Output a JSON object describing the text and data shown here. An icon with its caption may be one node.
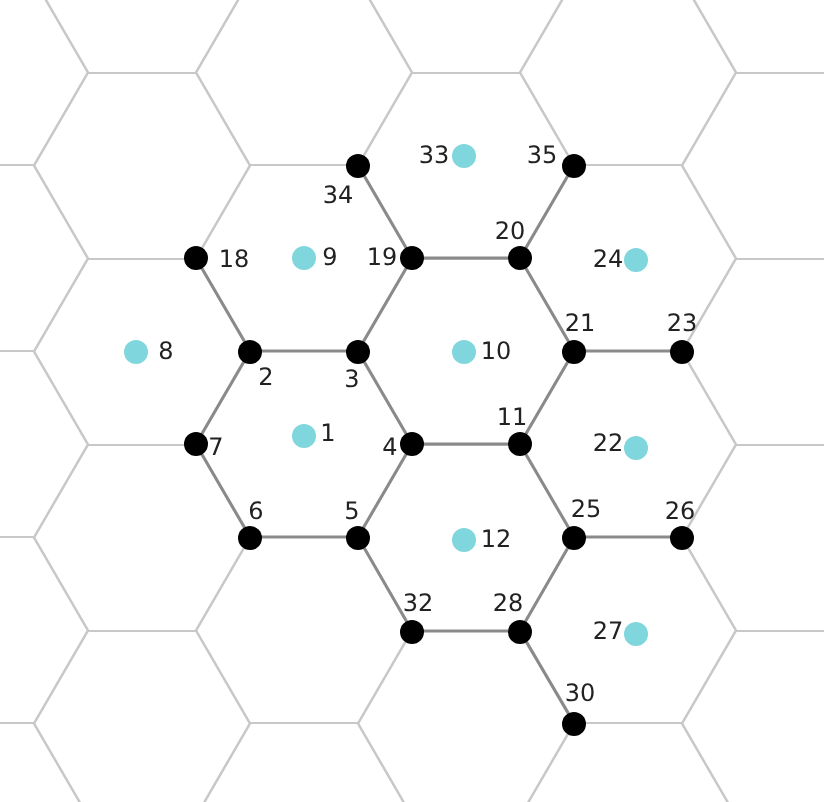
{
  "diagram": {
    "nodes": [
      {
        "text": [],
        "shape": "circle",
        "beside": [
          "33"
        ]
      },
      {
        "text": [],
        "shape": "circle",
        "beside": [
          "35"
        ]
      },
      {
        "text": [],
        "shape": "circle",
        "beside": [
          "34"
        ]
      },
      {
        "text": [],
        "shape": "circle",
        "beside": [
          "18"
        ]
      },
      {
        "text": [],
        "shape": "circle",
        "beside": [
          "9"
        ]
      },
      {
        "text": [],
        "shape": "circle",
        "beside": [
          "19"
        ]
      },
      {
        "text": [],
        "shape": "circle",
        "beside": [
          "20"
        ]
      },
      {
        "text": [],
        "shape": "circle",
        "beside": [
          "24"
        ]
      },
      {
        "text": [],
        "shape": "circle",
        "beside": [
          "8"
        ]
      },
      {
        "text": [],
        "shape": "circle",
        "beside": [
          "2"
        ]
      },
      {
        "text": [],
        "shape": "circle",
        "beside": [
          "3"
        ]
      },
      {
        "text": [],
        "shape": "circle",
        "beside": [
          "10"
        ]
      },
      {
        "text": [],
        "shape": "circle",
        "beside": [
          "21"
        ]
      },
      {
        "text": [],
        "shape": "circle",
        "beside": [
          "23"
        ]
      },
      {
        "text": [],
        "shape": "circle",
        "beside": [
          "1"
        ]
      },
      {
        "text": [],
        "shape": "circle",
        "beside": [
          "7"
        ]
      },
      {
        "text": [],
        "shape": "circle",
        "beside": [
          "4"
        ]
      },
      {
        "text": [],
        "shape": "circle",
        "beside": [
          "11"
        ]
      },
      {
        "text": [],
        "shape": "circle",
        "beside": [
          "22"
        ]
      },
      {
        "text": [],
        "shape": "circle",
        "beside": [
          "6"
        ]
      },
      {
        "text": [],
        "shape": "circle",
        "beside": [
          "5"
        ]
      },
      {
        "text": [],
        "shape": "circle",
        "beside": [
          "12"
        ]
      },
      {
        "text": [],
        "shape": "circle",
        "beside": [
          "25"
        ]
      },
      {
        "text": [],
        "shape": "circle",
        "beside": [
          "26"
        ]
      },
      {
        "text": [],
        "shape": "circle",
        "beside": [
          "32"
        ]
      },
      {
        "text": [],
        "shape": "circle",
        "beside": [
          "28"
        ]
      },
      {
        "text": [],
        "shape": "circle",
        "beside": [
          "27"
        ]
      },
      {
        "text": [],
        "shape": "circle",
        "beside": [
          "30"
        ]
      }
    ],
    "edges": [
      {
        "from": 2,
        "to": 5,
        "arrow": "none"
      },
      {
        "from": 3,
        "to": 9,
        "arrow": "none"
      },
      {
        "from": 5,
        "to": 10,
        "arrow": "none"
      },
      {
        "from": 9,
        "to": 10,
        "arrow": "none"
      },
      {
        "from": 5,
        "to": 6,
        "arrow": "none"
      },
      {
        "from": 6,
        "to": 1,
        "arrow": "none"
      },
      {
        "from": 6,
        "to": 12,
        "arrow": "none"
      },
      {
        "from": 12,
        "to": 13,
        "arrow": "none"
      },
      {
        "from": 10,
        "to": 16,
        "arrow": "none"
      },
      {
        "from": 9,
        "to": 15,
        "arrow": "none"
      },
      {
        "from": 15,
        "to": 19,
        "arrow": "none"
      },
      {
        "from": 19,
        "to": 20,
        "arrow": "none"
      },
      {
        "from": 20,
        "to": 16,
        "arrow": "none"
      },
      {
        "from": 16,
        "to": 17,
        "arrow": "none"
      },
      {
        "from": 17,
        "to": 12,
        "arrow": "none"
      },
      {
        "from": 17,
        "to": 22,
        "arrow": "none"
      },
      {
        "from": 22,
        "to": 23,
        "arrow": "none"
      },
      {
        "from": 22,
        "to": 25,
        "arrow": "none"
      },
      {
        "from": 20,
        "to": 24,
        "arrow": "none"
      },
      {
        "from": 24,
        "to": 25,
        "arrow": "none"
      },
      {
        "from": 25,
        "to": 27,
        "arrow": "none"
      }
    ]
  }
}
